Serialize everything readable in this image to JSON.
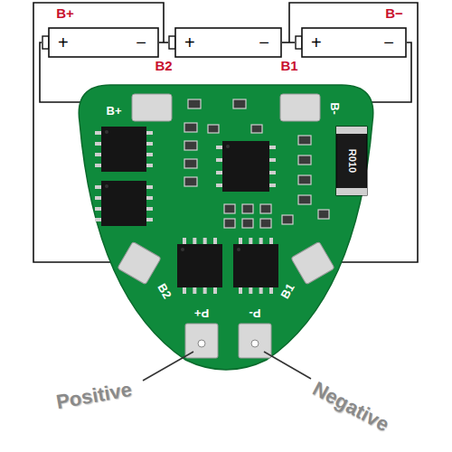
{
  "diagram": {
    "nodes": [
      {
        "text": [
          "+",
          "−"
        ]
      },
      {
        "text": [
          "+",
          "−"
        ]
      },
      {
        "text": [
          "+",
          "−"
        ]
      }
    ],
    "edges": [
      {
        "from": 0,
        "to": 1,
        "arrow": "none"
      },
      {
        "from": 1,
        "to": 2,
        "arrow": "none"
      }
    ],
    "labels": [
      "B+",
      "B2",
      "B1",
      "B−",
      "B+",
      "B-",
      "R010",
      "B2",
      "B1",
      "P+",
      "P-",
      "Positive",
      "Negative"
    ]
  }
}
